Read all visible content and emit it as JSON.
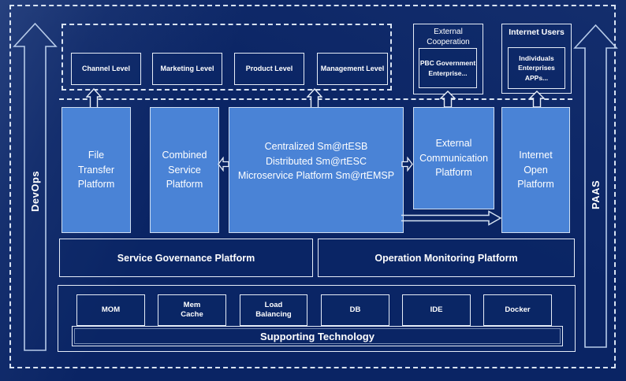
{
  "colors": {
    "background": "#0A2464",
    "panel_blue": "#4A83D6",
    "border_light": "#D8E3F3",
    "text": "#FFFFFF"
  },
  "rails": {
    "left": "DevOps",
    "right": "PAAS"
  },
  "levels": [
    "Channel Level",
    "Marketing Level",
    "Product Level",
    "Management Level"
  ],
  "external_cooperation": {
    "title": "External Cooperation",
    "members": "PBC Government\nEnterprise..."
  },
  "internet_users": {
    "title": "Internet Users",
    "members": "Individuals\nEnterprises\nAPPs..."
  },
  "platforms": {
    "file_transfer": "File\nTransfer\nPlatform",
    "combined_service": "Combined\nService\nPlatform",
    "esb": "Centralized Sm@rtESB\nDistributed Sm@rtESC\nMicroservice Platform Sm@rtEMSP",
    "external_communication": "External\nCommunication\nPlatform",
    "internet_open": "Internet\nOpen\nPlatform"
  },
  "governance": {
    "service": "Service Governance Platform",
    "operation": "Operation Monitoring Platform"
  },
  "supporting": {
    "title": "Supporting Technology",
    "items": [
      "MOM",
      "Mem\nCache",
      "Load\nBalancing",
      "DB",
      "IDE",
      "Docker"
    ]
  }
}
